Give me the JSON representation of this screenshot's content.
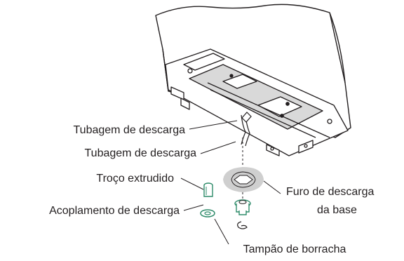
{
  "labels": {
    "drain_hose_upper": "Tubagem de descarga",
    "drain_hose_lower": "Tubagem de descarga",
    "extruded_section": "Troço extrudido",
    "drain_coupling": "Acoplamento de descarga",
    "base_drain_hole_line1": "Furo de descarga",
    "base_drain_hole_line2": "da base",
    "rubber_plug": "Tampão de borracha"
  },
  "colors": {
    "outline": "#231f20",
    "accent_green": "#2e8b6a",
    "panel_gray": "#d9d9d9",
    "hole_highlight": "#cfcfcf"
  }
}
